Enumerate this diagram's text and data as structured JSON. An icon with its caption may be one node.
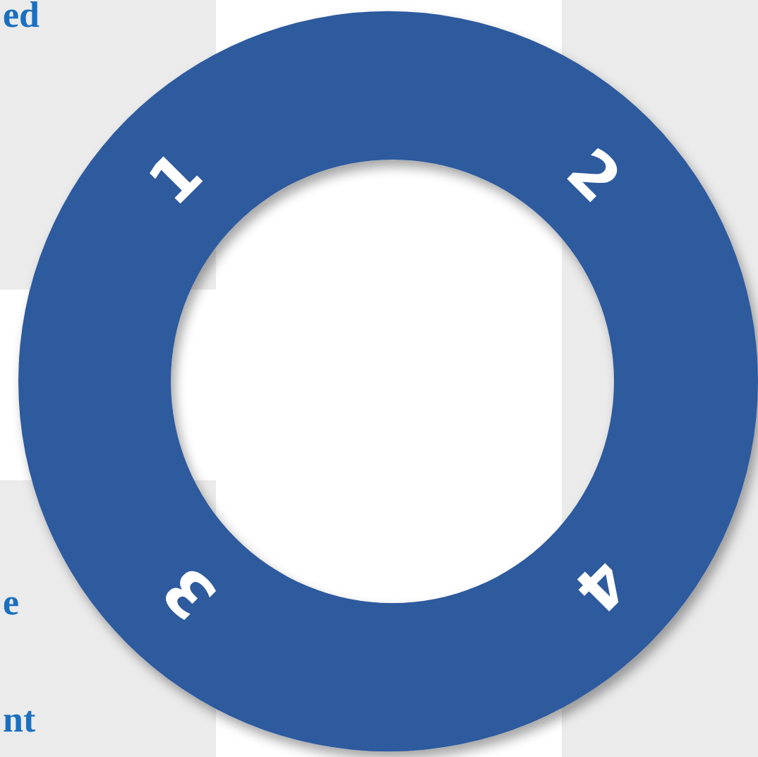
{
  "diagram": {
    "labels": [
      "ed",
      "1",
      "2",
      "e",
      "3",
      "4",
      "nt"
    ]
  }
}
